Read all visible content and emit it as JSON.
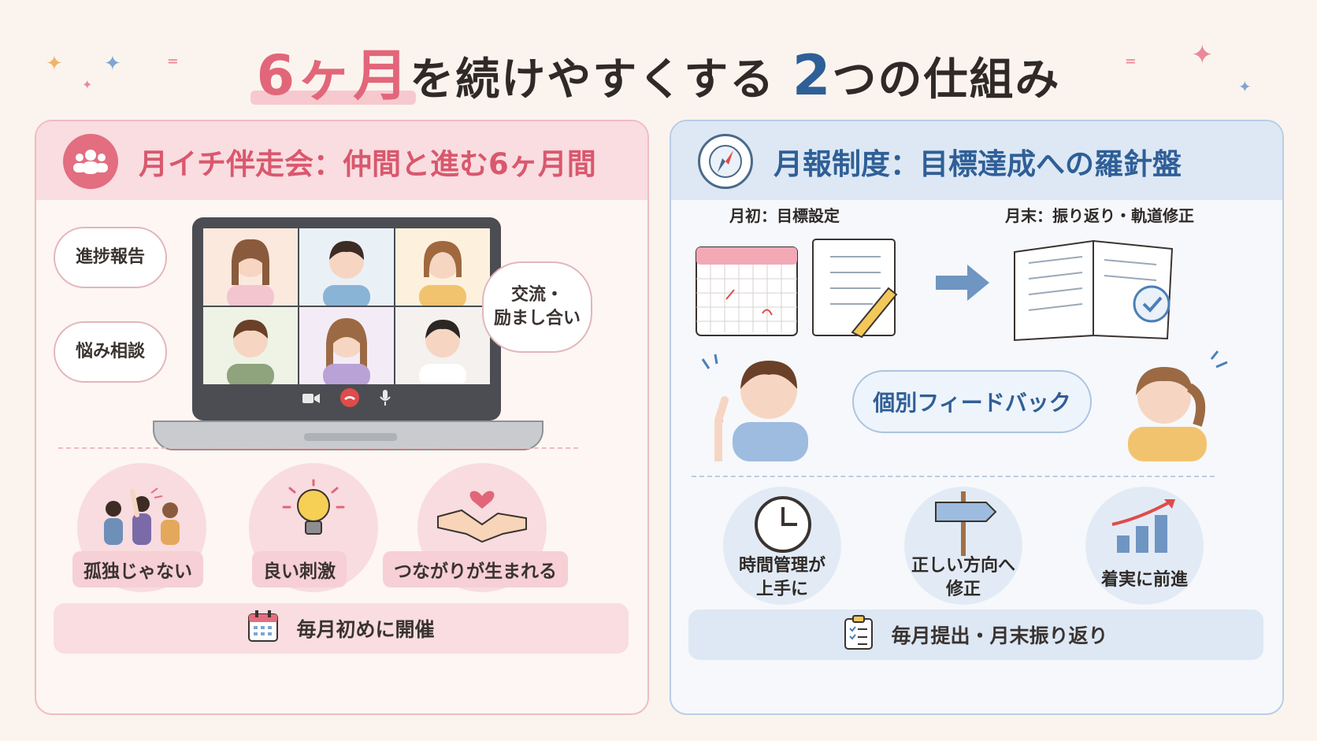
{
  "title": {
    "part1": "6ヶ月",
    "part2": "を続けやすくする",
    "part3": "2",
    "part4": "つの仕組み"
  },
  "left_panel": {
    "heading": "月イチ伴走会：仲間と進む6ヶ月間",
    "bubbles": [
      "進捗報告",
      "悩み相談",
      "交流・\n励まし合い"
    ],
    "benefits": [
      "孤独じゃない",
      "良い刺激",
      "つながりが生まれる"
    ],
    "footer": "毎月初めに開催"
  },
  "right_panel": {
    "heading": "月報制度：目標達成への羅針盤",
    "start_label": "月初：目標設定",
    "end_label": "月末：振り返り・軌道修正",
    "feedback": "個別フィードバック",
    "benefits": [
      "時間管理が\n上手に",
      "正しい方向へ\n修正",
      "着実に前進"
    ],
    "footer": "毎月提出・月末振り返り"
  },
  "colors": {
    "pink": "#e2667a",
    "blue": "#2f5f97",
    "background": "#fbf4ee"
  },
  "icons": [
    "group-icon",
    "compass-icon",
    "calendar-icon",
    "clipboard-icon",
    "clock-icon",
    "signpost-icon",
    "growth-chart-icon",
    "lightbulb-icon",
    "handshake-icon",
    "camera-icon",
    "hangup-icon",
    "mic-icon",
    "arrow-right-icon",
    "checkmark-icon"
  ]
}
